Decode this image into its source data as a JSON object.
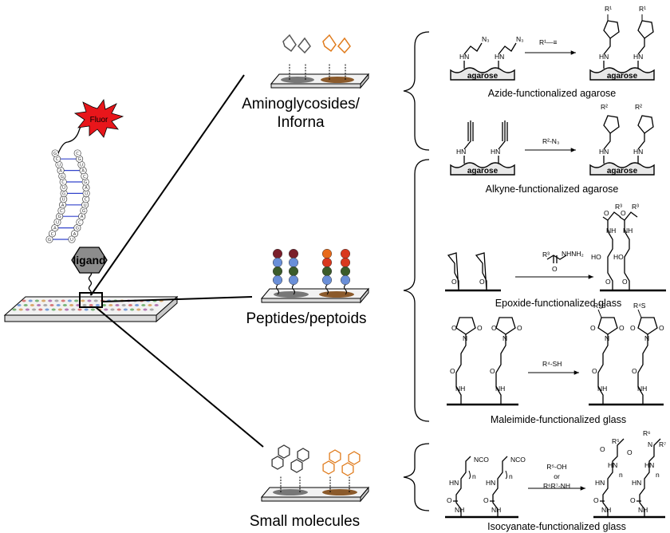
{
  "categories": {
    "aminoglycosides": "Aminoglycosides/",
    "inforna": "Inforna",
    "peptides": "Peptides/peptoids",
    "small_molecules": "Small molecules"
  },
  "probe": {
    "fluor_label": "Fluor",
    "ligand_label": "ligand"
  },
  "captions": {
    "azide": "Azide-functionalized agarose",
    "alkyne": "Alkyne-functionalized agarose",
    "epoxide": "Epoxide-functionalized glass",
    "maleimide": "Maleimide-functionalized glass",
    "isocyanate": "Isocyanate-functionalized glass"
  },
  "reagents": {
    "azide": "R¹—≡",
    "alkyne": "R²-N₃",
    "epoxide": "R³C(O)NHNH₂",
    "maleimide": "R⁴-SH",
    "isocyanate_1": "R⁵-OH",
    "isocyanate_or": "or",
    "isocyanate_2": "R⁶R⁷-NH"
  },
  "surface_labels": {
    "agarose": "agarose"
  },
  "substituents": {
    "r1": "R¹",
    "r2": "R²",
    "r3": "R³",
    "r4s": "R⁴S",
    "r5": "R⁵",
    "r6": "R⁶",
    "r7": "R⁷"
  },
  "atoms": {
    "n3": "N₃",
    "hn": "HN",
    "nh": "NH",
    "n": "N",
    "o": "O",
    "ho": "HO",
    "nco": "NCO",
    "subscript_n": "n",
    "nhnh2": "NHNH₂"
  },
  "rna_nucleotides": [
    "G",
    "C",
    "A",
    "U",
    "G",
    "C",
    "A",
    "U",
    "G",
    "U",
    "C",
    "G",
    "A",
    "U",
    "C",
    "G",
    "U",
    "A",
    "G",
    "C",
    "A",
    "G",
    "U",
    "C",
    "U",
    "A",
    "G",
    "C",
    "A",
    "U",
    "G",
    "C"
  ],
  "colors": {
    "fluor": "#e8161b",
    "ligand": "#808080",
    "orange_molecule": "#e07b1c",
    "brown_spot": "#8b5a2b",
    "bead_dark_red": "#7a1f2b",
    "bead_red": "#d9381e",
    "bead_green": "#3b5b2a",
    "bead_blue": "#6a8fd8",
    "bead_orange": "#e86a1a",
    "base_pair": "#3344cc"
  }
}
